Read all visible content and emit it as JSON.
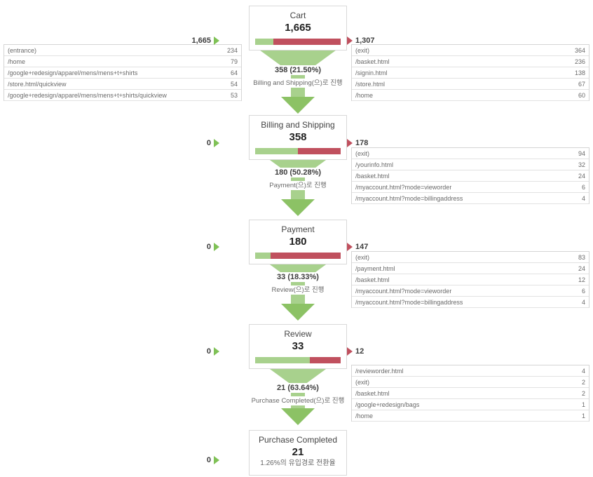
{
  "funnel": {
    "conversion_note": "1.26%의 유입경로 전환율",
    "colors": {
      "green": "#a8d18d",
      "red": "#c0505e",
      "funnel_fill": "#a8d18d"
    },
    "steps": [
      {
        "name": "Cart",
        "value": "1,665",
        "entering": "1,665",
        "exiting": "1,307",
        "bar_green_pct": 21.5,
        "entrance_table": {
          "rows": [
            {
              "label": "(entrance)",
              "count": "234"
            },
            {
              "label": "/home",
              "count": "79"
            },
            {
              "label": "/google+redesign/apparel/mens/mens+t+shirts",
              "count": "64"
            },
            {
              "label": "/store.html/quickview",
              "count": "54"
            },
            {
              "label": "/google+redesign/apparel/mens/mens+t+shirts/quickview",
              "count": "53"
            }
          ]
        },
        "exit_table": {
          "rows": [
            {
              "label": "(exit)",
              "count": "364"
            },
            {
              "label": "/basket.html",
              "count": "236"
            },
            {
              "label": "/signin.html",
              "count": "138"
            },
            {
              "label": "/store.html",
              "count": "67"
            },
            {
              "label": "/home",
              "count": "60"
            }
          ]
        },
        "flow": {
          "main": "358 (21.50%)",
          "sub": "Billing and Shipping(으)로 진행"
        }
      },
      {
        "name": "Billing and Shipping",
        "value": "358",
        "entering": "0",
        "exiting": "178",
        "bar_green_pct": 50.28,
        "entrance_table": null,
        "exit_table": {
          "rows": [
            {
              "label": "(exit)",
              "count": "94"
            },
            {
              "label": "/yourinfo.html",
              "count": "32"
            },
            {
              "label": "/basket.html",
              "count": "24"
            },
            {
              "label": "/myaccount.html?mode=vieworder",
              "count": "6"
            },
            {
              "label": "/myaccount.html?mode=billingaddress",
              "count": "4"
            }
          ]
        },
        "flow": {
          "main": "180 (50.28%)",
          "sub": "Payment(으)로 진행"
        }
      },
      {
        "name": "Payment",
        "value": "180",
        "entering": "0",
        "exiting": "147",
        "bar_green_pct": 18.33,
        "entrance_table": null,
        "exit_table": {
          "rows": [
            {
              "label": "(exit)",
              "count": "83"
            },
            {
              "label": "/payment.html",
              "count": "24"
            },
            {
              "label": "/basket.html",
              "count": "12"
            },
            {
              "label": "/myaccount.html?mode=vieworder",
              "count": "6"
            },
            {
              "label": "/myaccount.html?mode=billingaddress",
              "count": "4"
            }
          ]
        },
        "flow": {
          "main": "33 (18.33%)",
          "sub": "Review(으)로 진행"
        }
      },
      {
        "name": "Review",
        "value": "33",
        "entering": "0",
        "exiting": "12",
        "bar_green_pct": 63.64,
        "entrance_table": null,
        "exit_table": {
          "rows": [
            {
              "label": "/revieworder.html",
              "count": "4"
            },
            {
              "label": "(exit)",
              "count": "2"
            },
            {
              "label": "/basket.html",
              "count": "2"
            },
            {
              "label": "/google+redesign/bags",
              "count": "1"
            },
            {
              "label": "/home",
              "count": "1"
            }
          ]
        },
        "flow": {
          "main": "21 (63.64%)",
          "sub": "Purchase Completed(으)로 진행"
        }
      },
      {
        "name": "Purchase Completed",
        "value": "21",
        "entering": "0",
        "exiting": null,
        "bar_green_pct": null,
        "entrance_table": null,
        "exit_table": null,
        "flow": null
      }
    ]
  }
}
